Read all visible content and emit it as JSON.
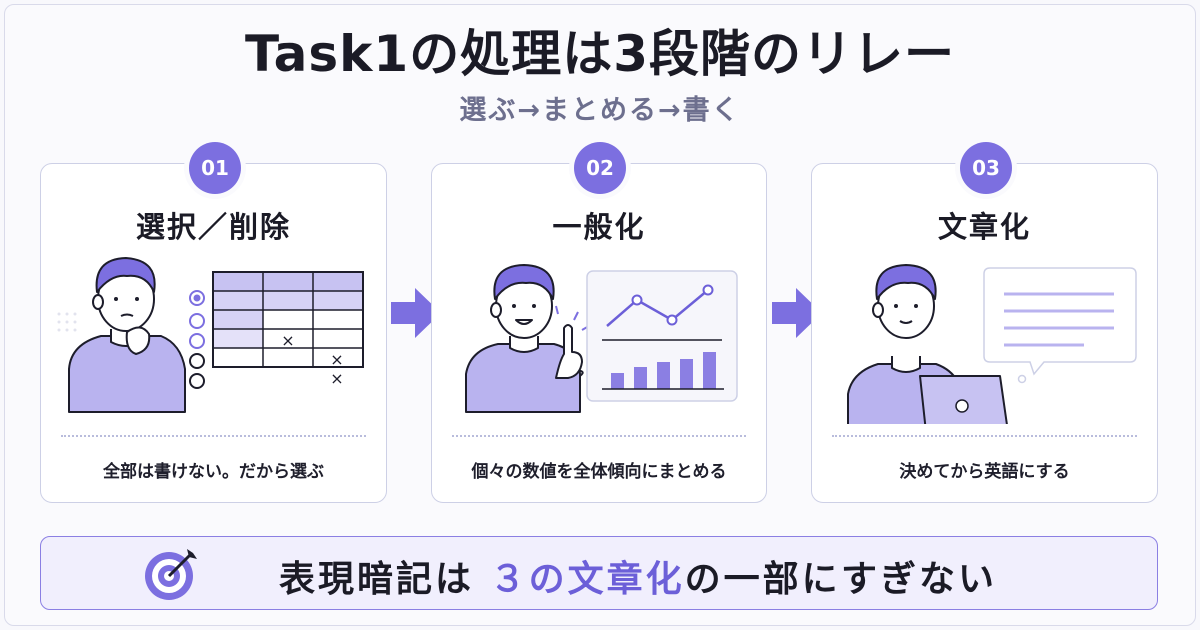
{
  "header": {
    "title": "Task1の処理は3段階のリレー",
    "subtitle": "選ぶ→まとめる→書く"
  },
  "steps": [
    {
      "number": "01",
      "title": "選択／削除",
      "caption": "全部は書けない。だから選ぶ"
    },
    {
      "number": "02",
      "title": "一般化",
      "caption": "個々の数値を全体傾向にまとめる"
    },
    {
      "number": "03",
      "title": "文章化",
      "caption": "決めてから英語にする"
    }
  ],
  "banner": {
    "text_before": "表現暗記は",
    "highlight": "３の文章化",
    "text_after": "の一部にすぎない"
  },
  "table_marks": [
    "×",
    "×",
    "×"
  ],
  "colors": {
    "accent": "#7c6fe0",
    "accent_light": "#c7c2f2",
    "text": "#1b1b26",
    "subtitle": "#6d6f8e",
    "card_border": "#cdd0e6"
  },
  "icons": [
    "arrow-right-icon",
    "target-icon",
    "line-chart-icon",
    "bar-chart-icon",
    "laptop-icon",
    "speech-bubble-icon"
  ]
}
